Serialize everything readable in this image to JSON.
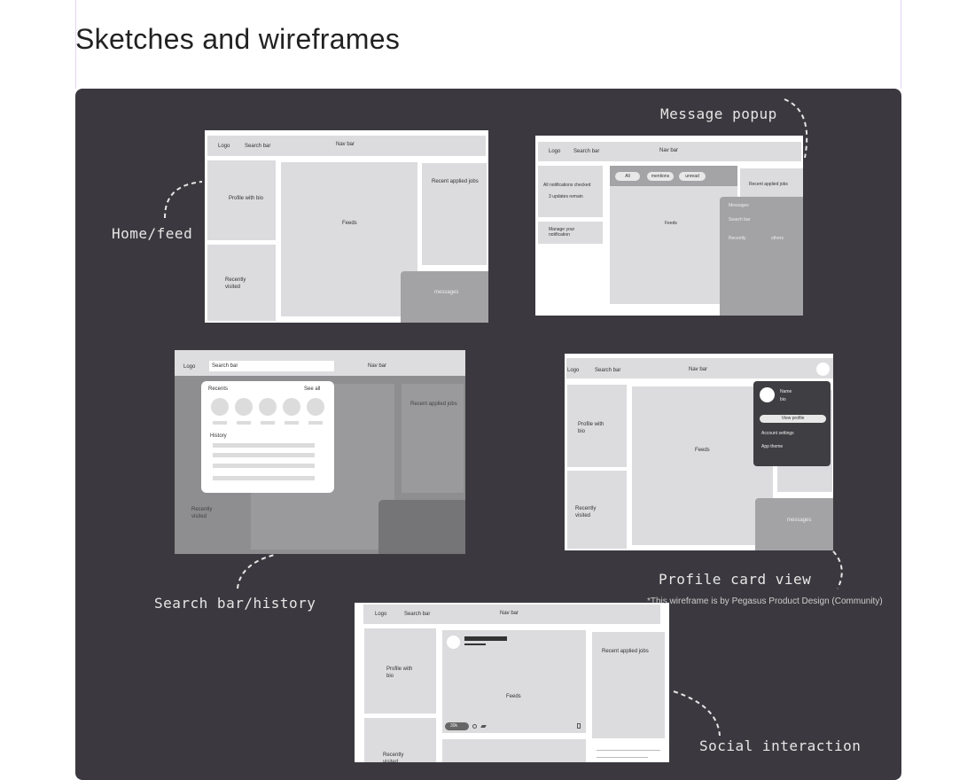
{
  "page": {
    "title": "Sketches and wireframes",
    "credit": "*This wireframe is by Pegasus Product Design (Community)"
  },
  "labels": {
    "home": "Home/feed",
    "message": "Message popup",
    "search": "Search bar/history",
    "profile": "Profile card view",
    "social": "Social interaction"
  },
  "wf": {
    "logo": "Logo",
    "search_bar": "Search bar",
    "nav_bar": "Nav bar",
    "profile_bio": "Profile with bio",
    "recently_visited": "Recently visited",
    "feeds": "Feeds",
    "recent_jobs": "Recent applied jobs",
    "messages": "messages"
  },
  "notif": {
    "checked": "All notifications checked",
    "updates": "3 updates remain",
    "manage": "Manage your notification",
    "tabs": [
      "All",
      "mentions",
      "unread"
    ],
    "msg_items": [
      "Messages",
      "Search bar",
      "Recently",
      "others"
    ]
  },
  "search_popup": {
    "recents": "Recents",
    "see_all": "See all",
    "history": "History"
  },
  "profile_card": {
    "name": "Name",
    "bio": "bio",
    "view_profile": "View profile",
    "account_settings": "Account settings",
    "app_theme": "App theme"
  },
  "social": {
    "likes": "30k"
  }
}
